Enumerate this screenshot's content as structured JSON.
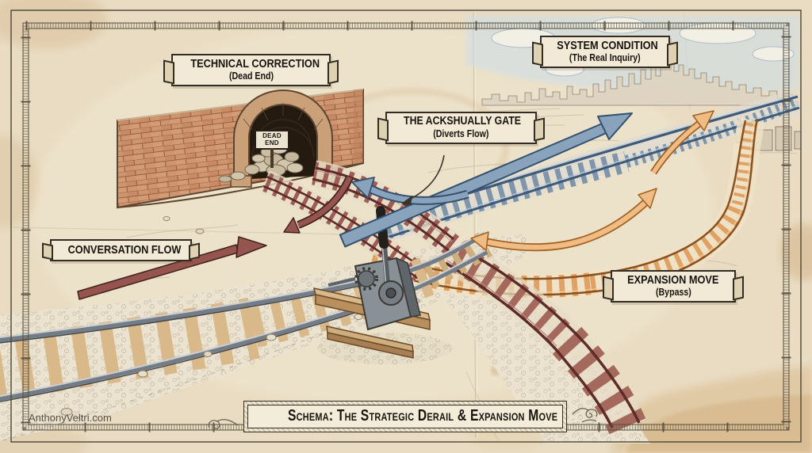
{
  "banners": {
    "technical_correction": {
      "line1": "TECHNICAL CORRECTION",
      "line2": "(Dead End)"
    },
    "system_condition": {
      "line1": "SYSTEM CONDITION",
      "line2": "(The Real Inquiry)"
    },
    "ackshually_gate": {
      "line1": "THE ACKSHUALLY GATE",
      "line2": "(Diverts Flow)"
    },
    "conversation_flow": {
      "line1": "CONVERSATION FLOW"
    },
    "expansion_move": {
      "line1": "EXPANSION MOVE",
      "line2": "(Bypass)"
    }
  },
  "sign": {
    "line1": "DEAD",
    "line2": "END"
  },
  "title": {
    "text": "Schema: The Strategic Derail & Expansion Move"
  },
  "watermark": {
    "text": "AnthonyVeltri.com"
  },
  "colors": {
    "paper": "#e9dcc2",
    "ink": "#2b251d",
    "derail": "#96544e",
    "main_line": "#8aa3bd",
    "bypass": "#f0bc86"
  }
}
